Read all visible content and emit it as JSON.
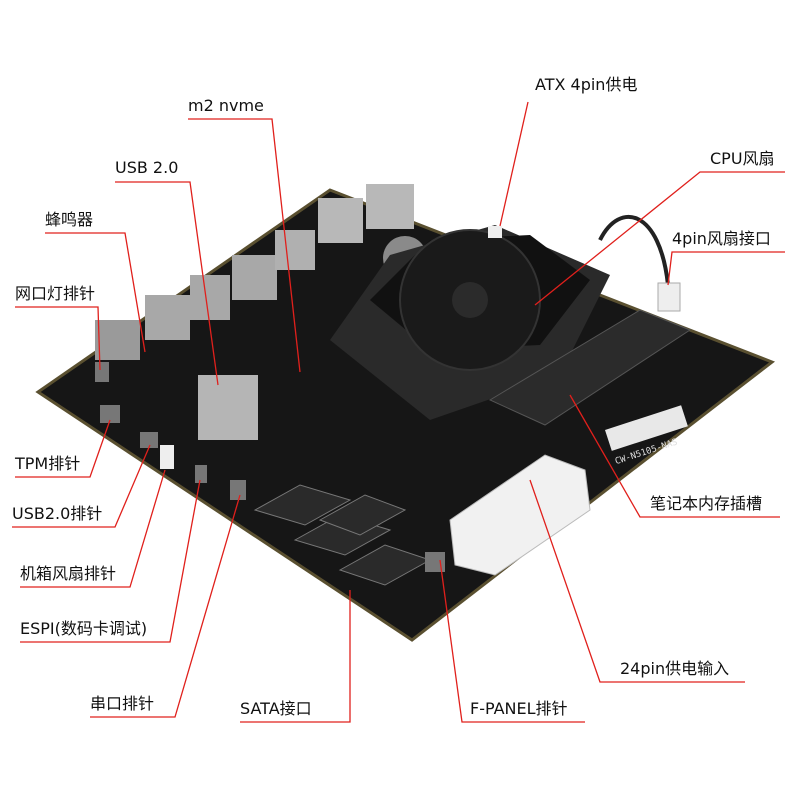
{
  "board": {
    "model_label": "CW-N5105-NAS",
    "leader_color": "#e0201c",
    "board_color": "#161616"
  },
  "labels": {
    "atx_4pin": "ATX 4pin供电",
    "m2_nvme": "m2 nvme",
    "cpu_fan": "CPU风扇",
    "usb20": "USB 2.0",
    "fan_4pin": "4pin风扇接口",
    "buzzer": "蜂鸣器",
    "lan_led_header": "网口灯排针",
    "tpm_header": "TPM排针",
    "usb20_header": "USB2.0排针",
    "case_fan_header": "机箱风扇排针",
    "espi": "ESPI(数码卡调试)",
    "serial_header": "串口排针",
    "sata": "SATA接口",
    "fpanel": "F-PANEL排针",
    "power_24pin": "24pin供电输入",
    "sodimm": "笔记本内存插槽"
  }
}
